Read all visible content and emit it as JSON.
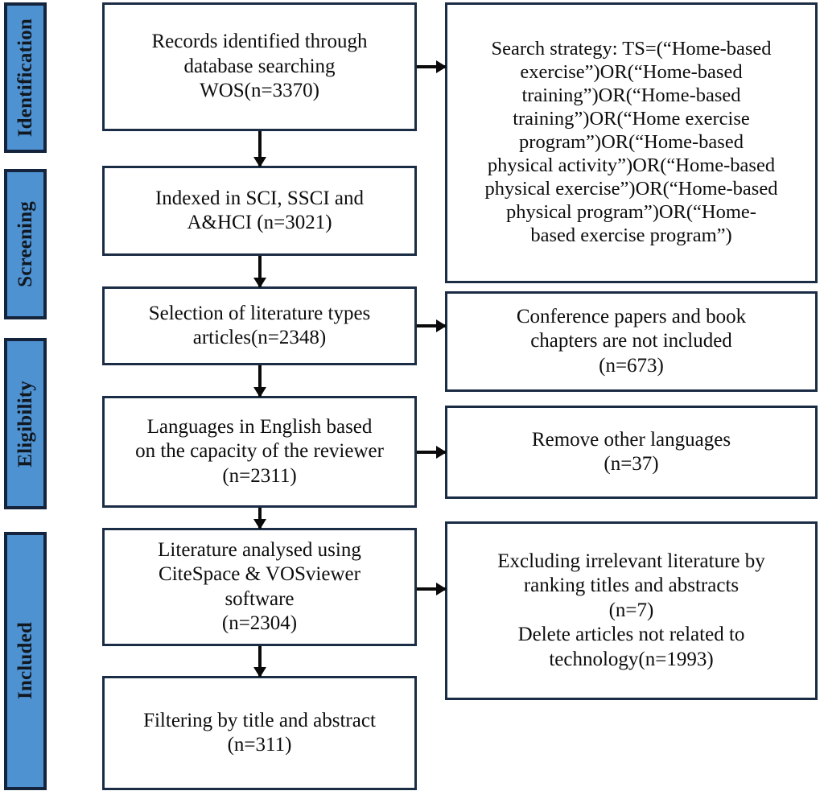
{
  "diagram": {
    "title": "PRISMA literature selection flow diagram",
    "colors": {
      "stage_fill": "#4E92D2",
      "stage_border": "#14243C",
      "box_border": "#1B2C45",
      "box_fill": "#FFFFFF",
      "connector": "#0A0A0A",
      "text": "#0D0D0D"
    }
  },
  "stages": [
    {
      "label": "Identification"
    },
    {
      "label": "Screening"
    },
    {
      "label": "Eligibility"
    },
    {
      "label": "Included"
    }
  ],
  "main_flow": [
    {
      "id": "records-identified",
      "text": "Records identified through\ndatabase searching\nWOS(n=3370)"
    },
    {
      "id": "indexed-databases",
      "text": "Indexed in SCI, SSCI and\nA&HCI (n=3021)"
    },
    {
      "id": "literature-types",
      "text": "Selection of literature types\narticles(n=2348)"
    },
    {
      "id": "language-filter",
      "text": "Languages in English based\non the capacity of the reviewer\n(n=2311)"
    },
    {
      "id": "software-analysis",
      "text": "Literature analysed using\nCiteSpace & VOSviewer\nsoftware\n(n=2304)"
    },
    {
      "id": "title-abstract-filter",
      "text": "Filtering by title and abstract\n(n=311)"
    }
  ],
  "side_notes": [
    {
      "id": "search-strategy",
      "text": "Search strategy: TS=(“Home-based\nexercise”)OR(“Home-based\ntraining”)OR(“Home-based\ntraining”)OR(“Home exercise\nprogram”)OR(“Home-based\nphysical activity”)OR(“Home-based\nphysical exercise”)OR(“Home-based\nphysical program”)OR(“Home-\nbased exercise program”)"
    },
    {
      "id": "excluded-conference-book",
      "text": "Conference papers and book\nchapters are not included\n(n=673)"
    },
    {
      "id": "excluded-languages",
      "text": "Remove other languages\n(n=37)"
    },
    {
      "id": "excluded-irrelevant",
      "text": "Excluding irrelevant literature by\nranking titles and abstracts\n(n=7)\nDelete articles not related to\ntechnology(n=1993)"
    }
  ]
}
